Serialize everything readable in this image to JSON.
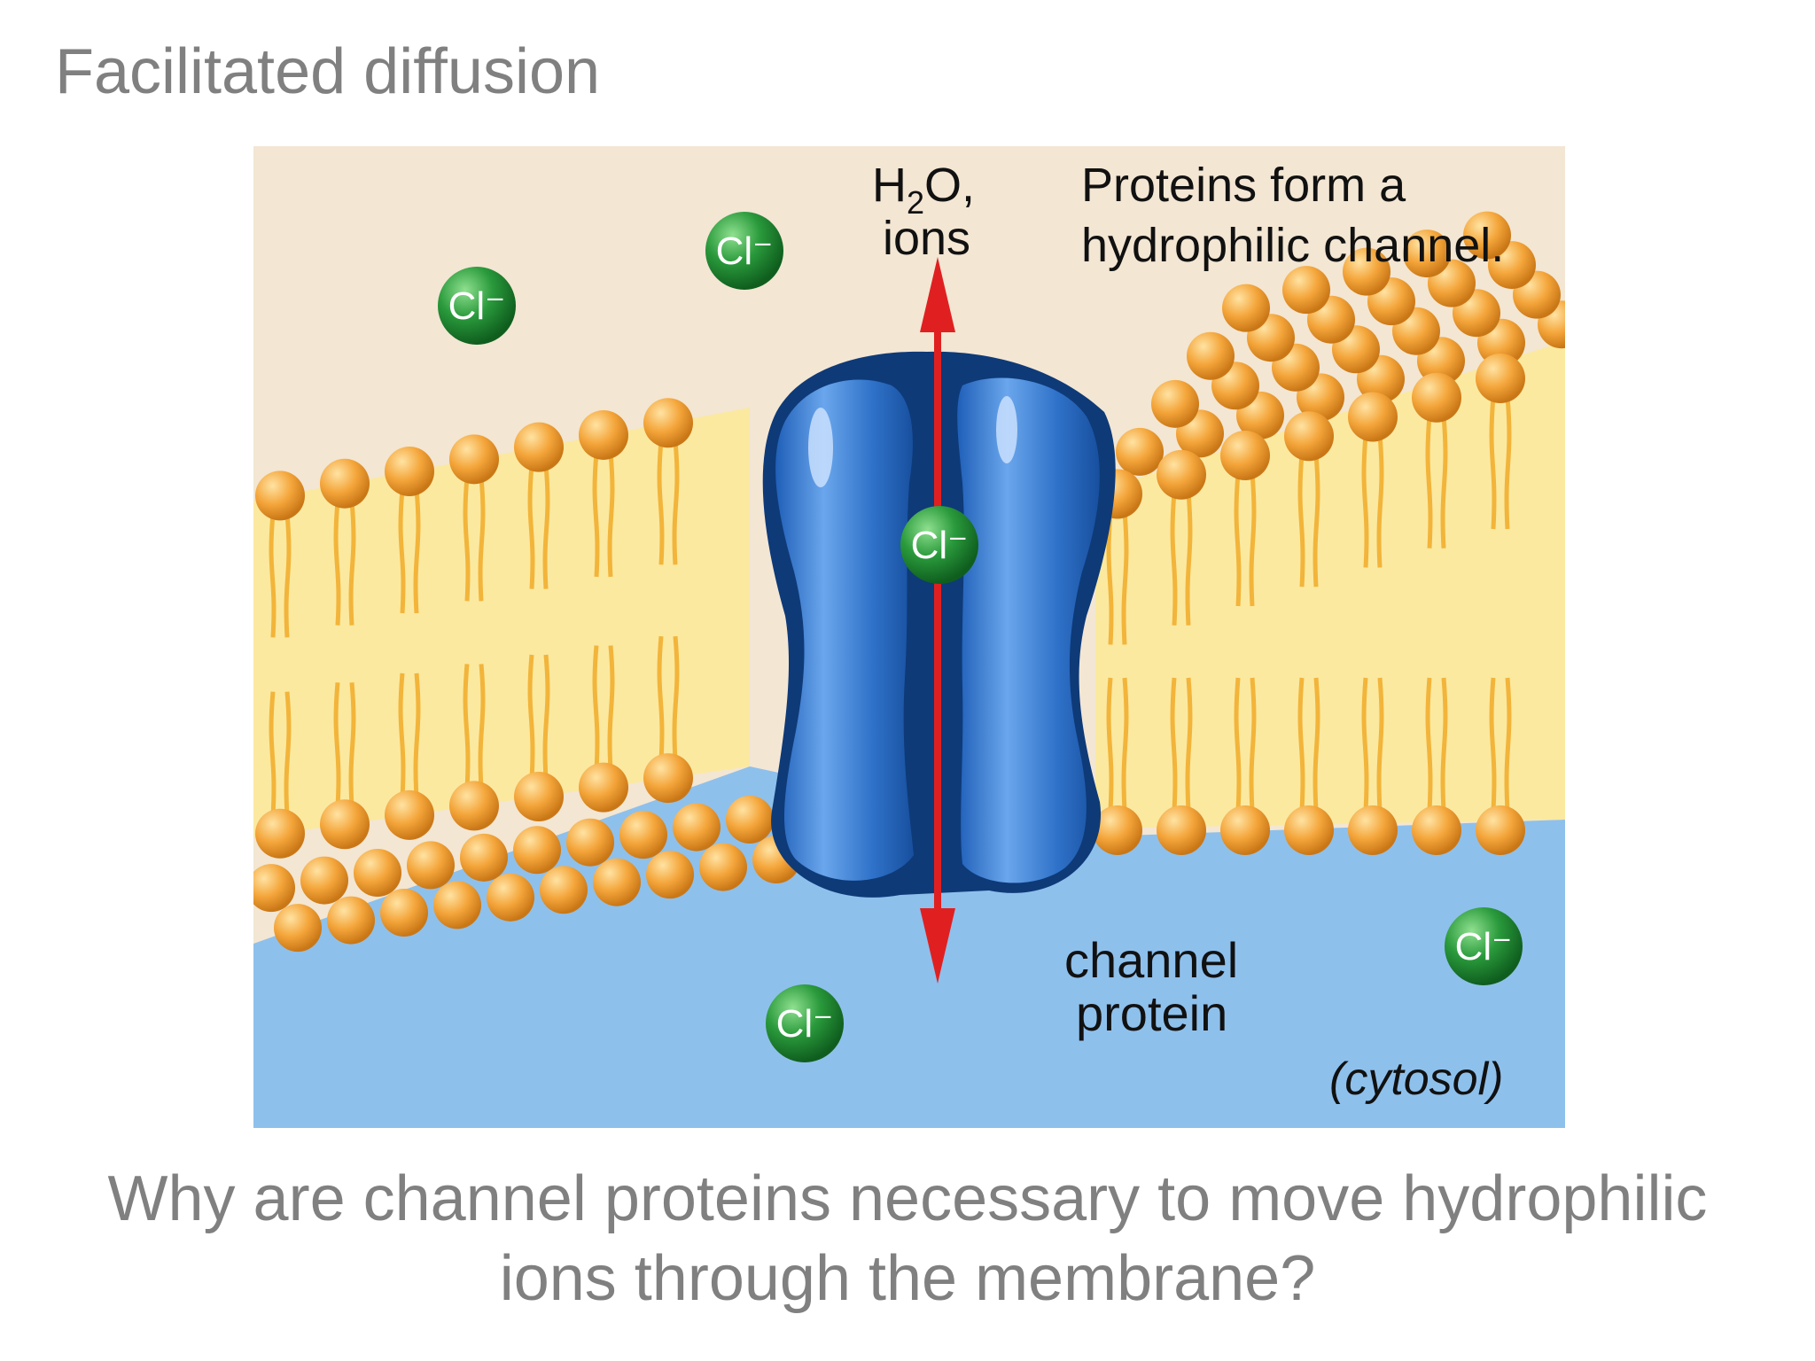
{
  "slide": {
    "title": "Facilitated diffusion",
    "question_line1": "Why are channel proteins necessary to move hydrophilic",
    "question_line2": "ions through the membrane?"
  },
  "diagram": {
    "molecules_label_h": "H",
    "molecules_label_sub": "2",
    "molecules_label_o": "O,",
    "molecules_label_ions": "ions",
    "caption_line1": "Proteins form a",
    "caption_line2": "hydrophilic channel.",
    "protein_label_line1": "channel",
    "protein_label_line2": "protein",
    "cytosol_label": "(cytosol)",
    "ion_label": "Cl⁻",
    "colors": {
      "extracellular": "#f3e6d3",
      "cytosol": "#8ec0ec",
      "lipid_head": "#f4a53a",
      "lipid_tail": "#f6cf55",
      "membrane_core": "#fbe9a0",
      "protein": "#2f72c9",
      "protein_dark": "#0e3a78",
      "arrow": "#e02020",
      "ion": "#2a9a3c"
    }
  }
}
